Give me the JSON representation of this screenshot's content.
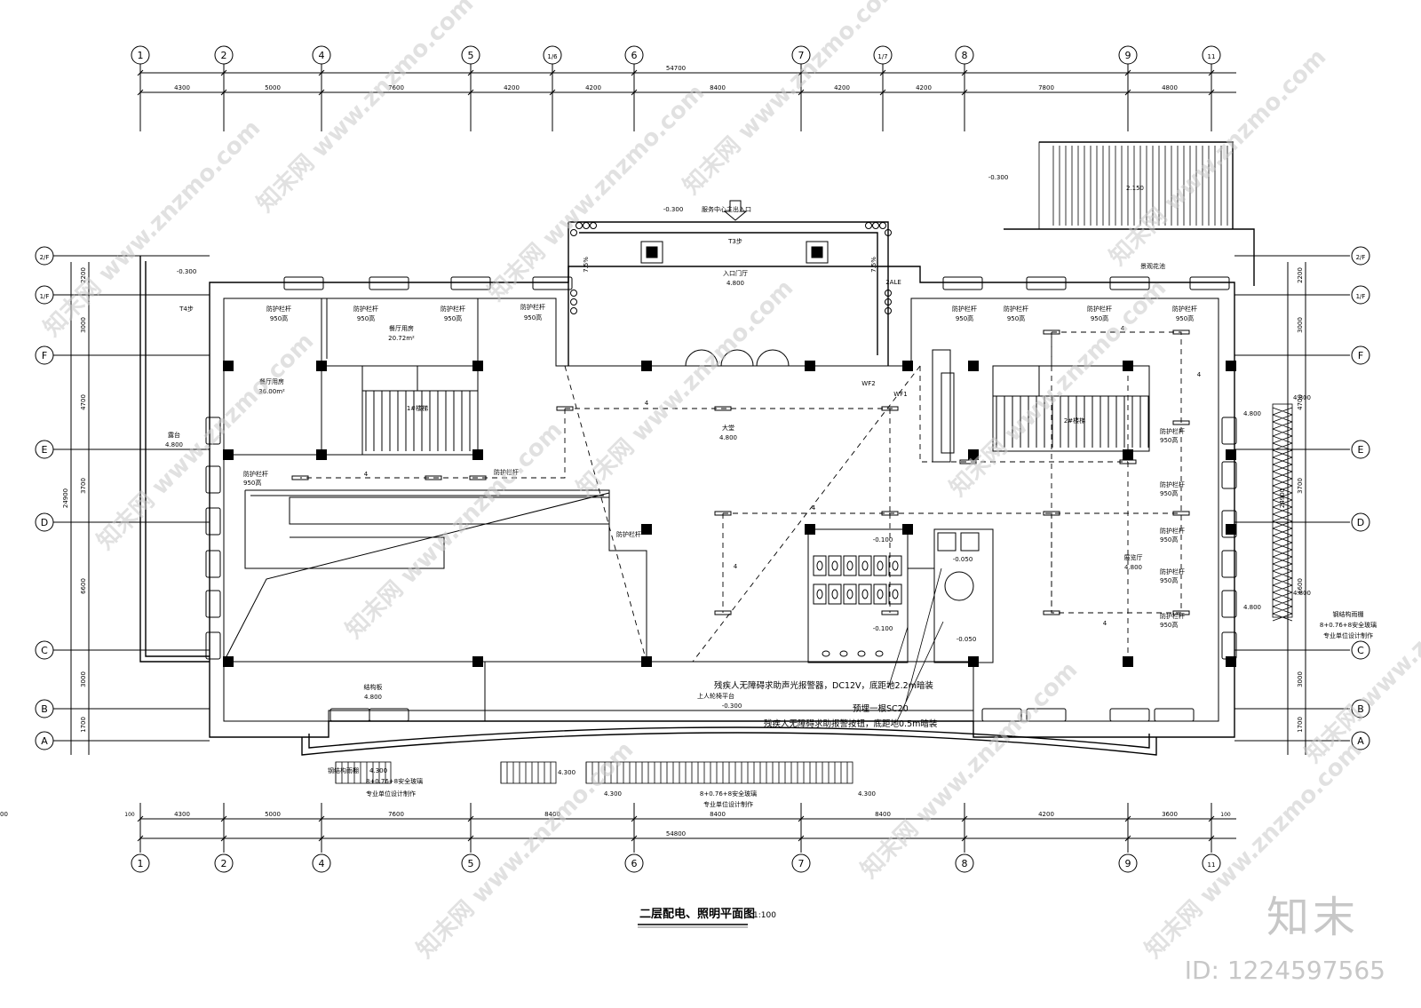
{
  "drawing_title": "二层配电、照明平面图",
  "scale": "1:100",
  "grid_top": [
    "1",
    "2",
    "4",
    "5",
    "1/6",
    "6",
    "7",
    "1/7",
    "8",
    "9",
    "11"
  ],
  "grid_bottom": [
    "1",
    "2",
    "4",
    "5",
    "6",
    "7",
    "8",
    "9",
    "11"
  ],
  "grid_side": [
    "2/F",
    "1/F",
    "F",
    "E",
    "D",
    "C",
    "B",
    "A"
  ],
  "dims_top": [
    "4300",
    "5000",
    "7600",
    "4200",
    "4200",
    "8400",
    "4200",
    "4200",
    "7800",
    "4800"
  ],
  "dims_top_total": "54700",
  "dims_bottom": [
    "4300",
    "5000",
    "7600",
    "8400",
    "8400",
    "8400",
    "4200",
    "3600",
    "4800"
  ],
  "dims_bottom_total": "54800",
  "dims_bottom_edges": [
    "100",
    "100"
  ],
  "dims_side": [
    "2200",
    "3000",
    "4700",
    "3700",
    "6600",
    "3000",
    "1700"
  ],
  "dims_side_total": "24900",
  "rooms": {
    "entrance_hall": "入口门厅",
    "entrance_level": "4.800",
    "lobby": "大堂",
    "lobby_level": "4.800",
    "restaurant_a": "餐厅用房",
    "restaurant_a_area": "36.00m²",
    "restaurant_b": "餐厅用房",
    "restaurant_b_area": "20.72m²",
    "exhibition": "展览厅",
    "exhibition_level": "4.800",
    "terrace": "露台",
    "terrace_level": "4.800",
    "corridor": "结构板",
    "corridor_level": "4.800",
    "stair1": "1#楼梯",
    "stair2": "2#楼梯",
    "landscape": "景观花池"
  },
  "labels": {
    "service_entrance": "服务中心主出入口",
    "elev_minus_300": "-0.300",
    "elev_2150": "2.150",
    "railing": "防护栏杆",
    "railing_height": "950高",
    "panel_2ale": "2ALE",
    "wire_wf1": "WF1",
    "wire_wf2": "WF2",
    "wheelchair": "上人轮椅平台",
    "steps3": "T3步",
    "steps4": "T4步",
    "slope": "7.5%",
    "elev_4300": "4.300",
    "elev_4800": "4.800",
    "toilet_elev": "-0.100",
    "toilet_elev2": "-0.050",
    "light_count": "4",
    "glass_spec": "8+0.76+8安全玻璃",
    "glass_note": "专业单位设计制作",
    "steel_canopy": "钢结构雨棚"
  },
  "notes": {
    "alarm_light": "残疾人无障碍求助声光报警器，DC12V，底距地2.2m暗装",
    "conduit": "预埋一根SC20",
    "alarm_button": "残疾人无障碍求助报警按钮，底距地0.5m暗装"
  },
  "watermark": "知末网 www.znzmo.com",
  "brand": "知末",
  "image_id": "ID: 1224597565"
}
